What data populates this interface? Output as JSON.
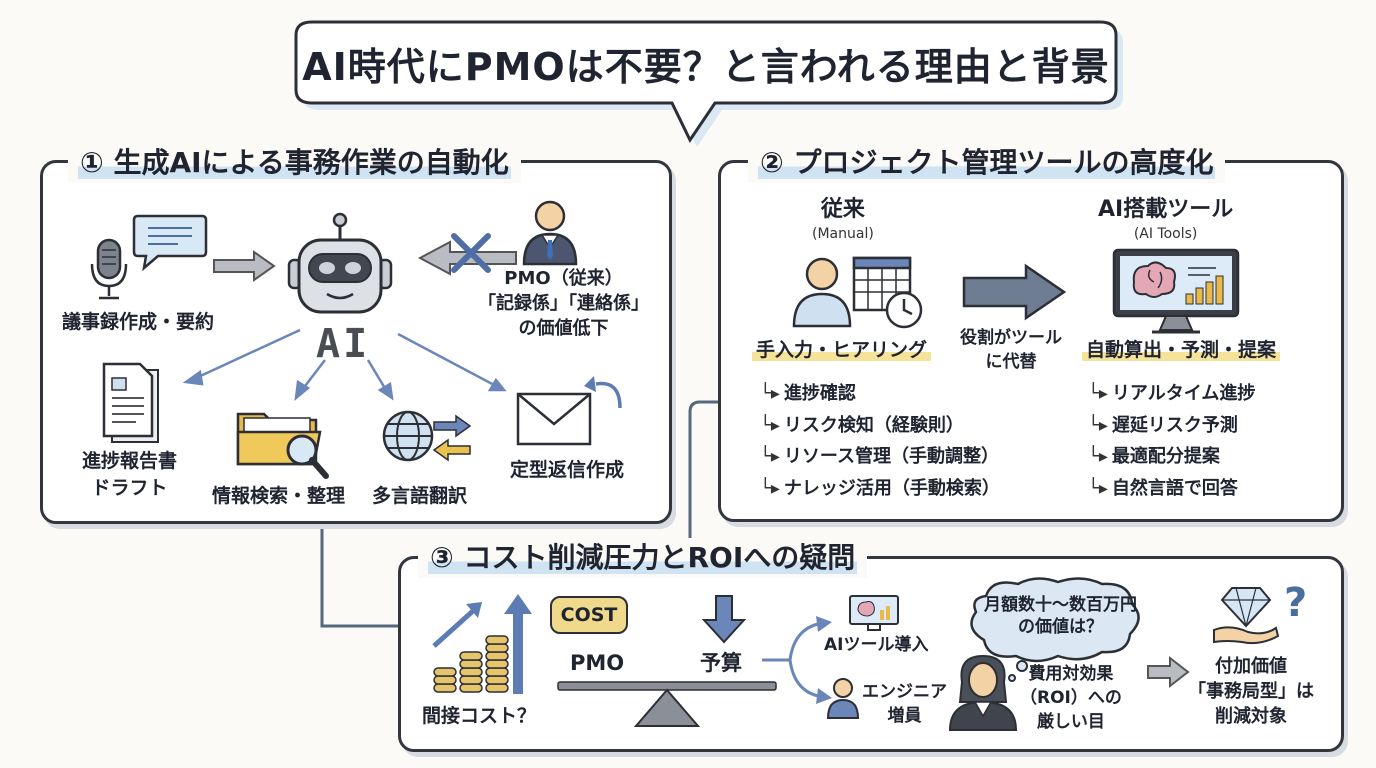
{
  "title": "AI時代にPMOは不要？と言われる理由と背景",
  "section1": {
    "title": "① 生成AIによる事務作業の自動化",
    "center_label": "AI",
    "minutes_label": "議事録作成・要約",
    "pmo_label_line1": "PMO（従来）",
    "pmo_label_line2": "「記録係」「連絡係」",
    "pmo_label_line3": "の価値低下",
    "report_line1": "進捗報告書",
    "report_line2": "ドラフト",
    "search_label": "情報検索・整理",
    "translate_label": "多言語翻訳",
    "reply_label": "定型返信作成"
  },
  "section2": {
    "title": "② プロジェクト管理ツールの高度化",
    "left_heading": "従来",
    "left_sub": "(Manual)",
    "left_band": "手入力・ヒアリング",
    "mid_line1": "役割がツール",
    "mid_line2": "に代替",
    "right_heading": "AI搭載ツール",
    "right_sub": "(AI Tools)",
    "right_band": "自動算出・予測・提案",
    "left_items": [
      "進捗確認",
      "リスク検知（経験則）",
      "リソース管理（手動調整）",
      "ナレッジ活用（手動検索）"
    ],
    "right_items": [
      "リアルタイム進捗",
      "遅延リスク予測",
      "最適配分提案",
      "自然言語で回答"
    ]
  },
  "section3": {
    "title": "③ コスト削減圧力とROIへの疑問",
    "indirect_cost": "間接コスト？",
    "cost_tag": "COST",
    "pmo": "PMO",
    "budget": "予算",
    "ai_tool": "AIツール導入",
    "engineer_line1": "エンジニア",
    "engineer_line2": "増員",
    "thought_line1": "月額数十～数百万円",
    "thought_line2": "の価値は？",
    "roi_line1": "費用対効果",
    "roi_line2": "（ROI）への",
    "roi_line3": "厳しい目",
    "value_line1": "付加価値",
    "value_line2": "「事務局型」は",
    "value_line3": "削減対象"
  },
  "colors": {
    "accent_blue": "#6b86b8",
    "highlight_blue": "#cfe3f2",
    "highlight_yellow": "#f5e39a",
    "skin": "#f3d2a6",
    "folder": "#e9b94a",
    "coin": "#e5c46b",
    "outline": "#33363d"
  },
  "icons": [
    "microphone-icon",
    "speech-bubble-icon",
    "robot-icon",
    "cross-icon",
    "businessman-icon",
    "document-icon",
    "folder-icon",
    "magnifier-icon",
    "globe-icon",
    "envelope-icon",
    "calendar-icon",
    "clock-icon",
    "monitor-icon",
    "brain-icon",
    "coins-icon",
    "scale-icon",
    "woman-icon",
    "diamond-icon",
    "question-icon"
  ]
}
